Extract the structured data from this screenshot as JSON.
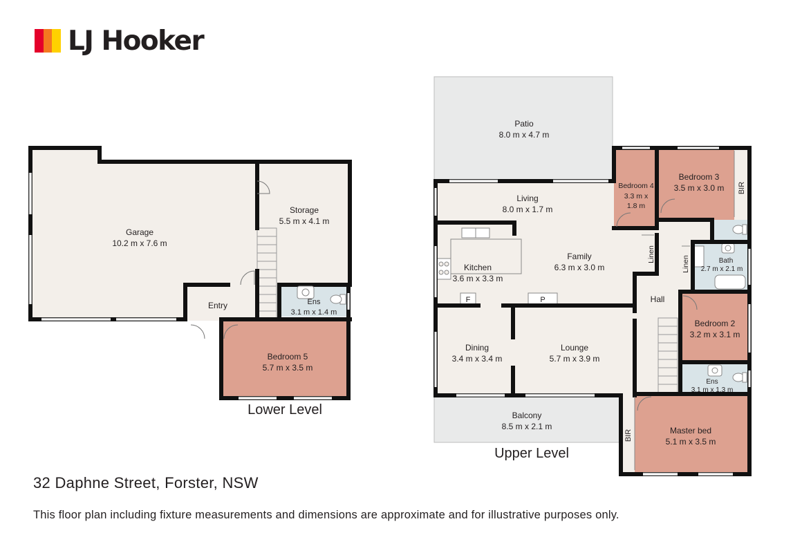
{
  "brand": {
    "name": "LJ Hooker",
    "logo_colors": [
      "#e4002b",
      "#f47920",
      "#ffd100"
    ],
    "text_color": "#231f20"
  },
  "colors": {
    "room_fill": "#f3efea",
    "bedroom_fill": "#dda190",
    "wet_fill": "#d9e4e8",
    "outdoor_fill": "#e9eaea",
    "wall": "#111111"
  },
  "lower_level": {
    "label": "Lower Level",
    "rooms": {
      "garage": {
        "name": "Garage",
        "dims": "10.2 m x 7.6 m"
      },
      "storage": {
        "name": "Storage",
        "dims": "5.5 m x 4.1 m"
      },
      "entry": {
        "name": "Entry"
      },
      "ensuite": {
        "name": "Ens",
        "dims": "3.1 m x 1.4 m"
      },
      "bedroom5": {
        "name": "Bedroom 5",
        "dims": "5.7 m x 3.5 m"
      }
    }
  },
  "upper_level": {
    "label": "Upper Level",
    "rooms": {
      "patio": {
        "name": "Patio",
        "dims": "8.0 m x 4.7 m"
      },
      "living": {
        "name": "Living",
        "dims": "8.0 m x 1.7 m"
      },
      "bedroom4": {
        "name": "Bedroom 4",
        "dims_line1": "3.3 m x",
        "dims_line2": "1.8 m"
      },
      "bedroom3": {
        "name": "Bedroom 3",
        "dims": "3.5 m x 3.0 m"
      },
      "kitchen": {
        "name": "Kitchen",
        "dims": "3.6 m x 3.3 m"
      },
      "family": {
        "name": "Family",
        "dims": "6.3 m x 3.0 m"
      },
      "bath": {
        "name": "Bath",
        "dims": "2.7 m x 2.1 m"
      },
      "hall": {
        "name": "Hall"
      },
      "bedroom2": {
        "name": "Bedroom 2",
        "dims": "3.2 m x 3.1 m"
      },
      "dining": {
        "name": "Dining",
        "dims": "3.4 m x 3.4 m"
      },
      "lounge": {
        "name": "Lounge",
        "dims": "5.7 m x 3.9 m"
      },
      "ensuite": {
        "name": "Ens",
        "dims": "3.1 m x 1.3 m"
      },
      "balcony": {
        "name": "Balcony",
        "dims": "8.5 m x 2.1 m"
      },
      "master": {
        "name": "Master bed",
        "dims": "5.1 m x 3.5 m"
      }
    },
    "fixtures": {
      "linen": "Linen",
      "bir": "BIR",
      "fridge": "F",
      "pantry": "P"
    }
  },
  "address": "32 Daphne Street, Forster, NSW",
  "disclaimer": "This floor plan including fixture measurements and dimensions are approximate and for illustrative purposes only."
}
